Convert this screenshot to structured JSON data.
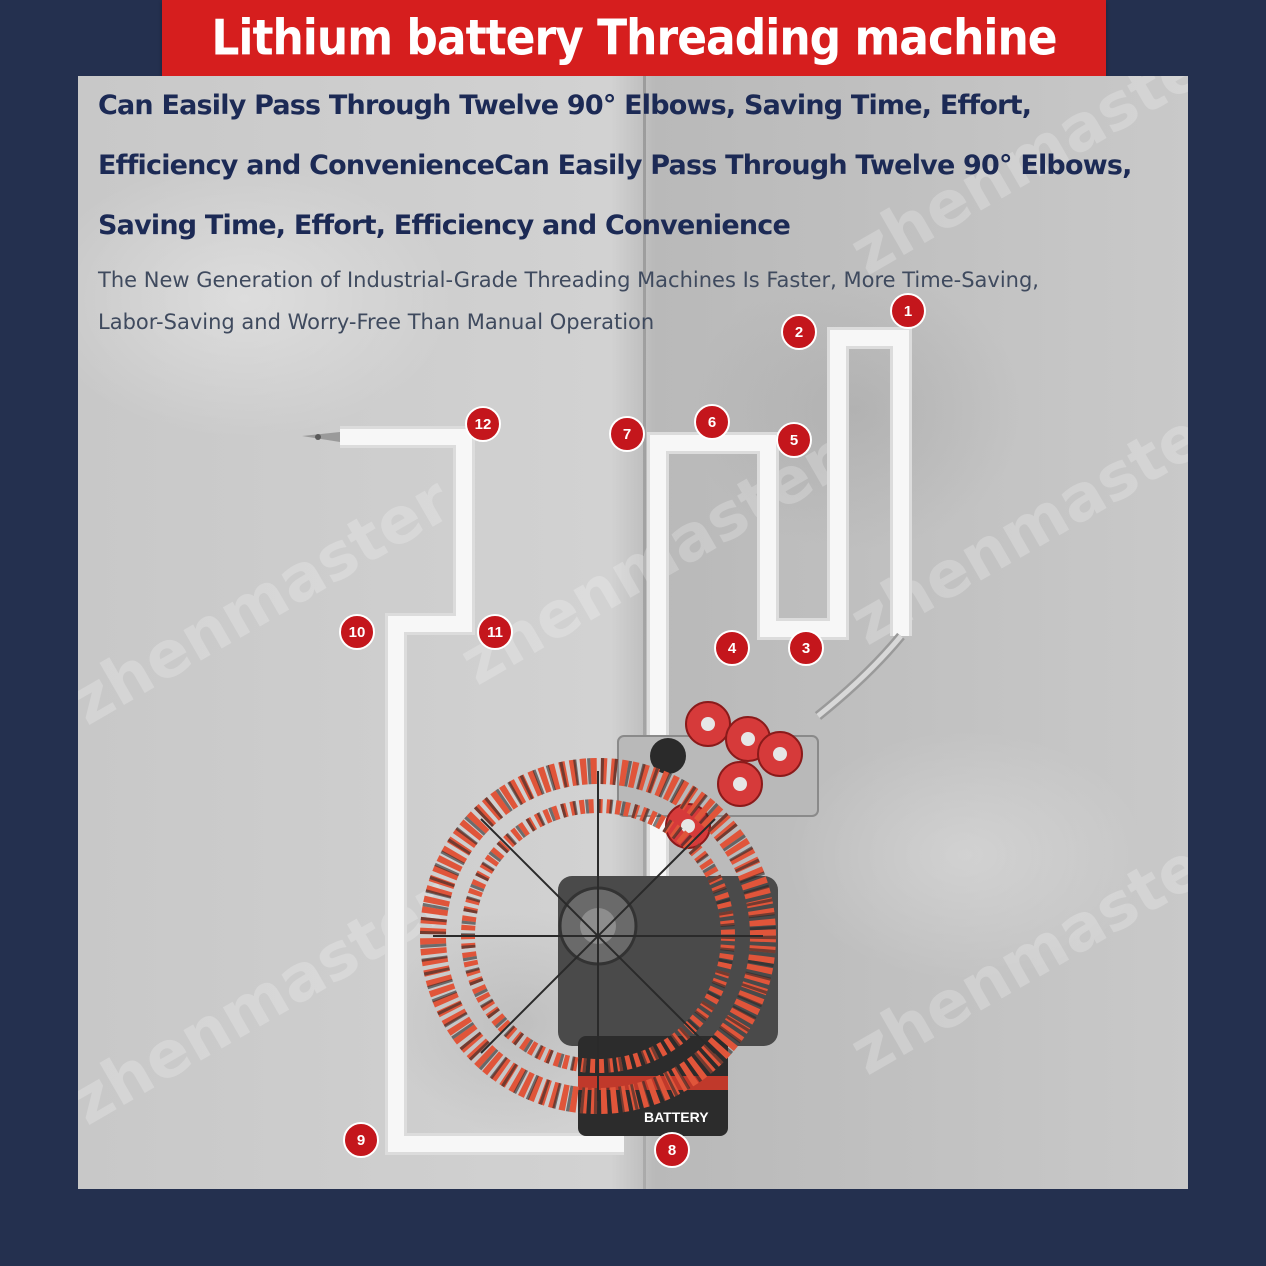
{
  "banner": {
    "title": "Lithium battery Threading machine"
  },
  "headline": {
    "line1": "Can Easily Pass Through Twelve 90° Elbows, Saving Time, Effort,",
    "line2": "Efficiency and ConvenienceCan Easily Pass Through Twelve 90° Elbows,",
    "line3": "Saving Time, Effort, Efficiency and Convenience"
  },
  "subtext": {
    "line1": "The New Generation of Industrial-Grade Threading Machines Is Faster, More Time-Saving,",
    "line2": "Labor-Saving and Worry-Free Than Manual Operation"
  },
  "watermark": {
    "text": "zhenmaster"
  },
  "elbow_markers": [
    "1",
    "2",
    "3",
    "4",
    "5",
    "6",
    "7",
    "8",
    "9",
    "10",
    "11",
    "12"
  ],
  "battery_label": "BATTERY",
  "colors": {
    "background": "#24304f",
    "banner": "#d61e1e",
    "headline": "#1c2a55",
    "marker": "#c4161c",
    "pipe": "#f4f4f4"
  }
}
